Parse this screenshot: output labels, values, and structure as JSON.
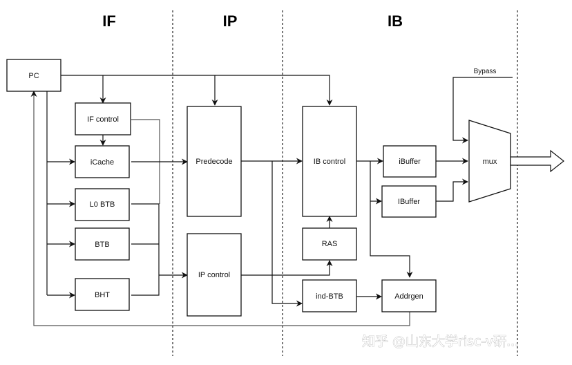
{
  "stages": [
    {
      "id": "if",
      "label": "IF"
    },
    {
      "id": "ip",
      "label": "IP"
    },
    {
      "id": "ib",
      "label": "IB"
    }
  ],
  "blocks": {
    "pc": "PC",
    "if_control": "IF control",
    "icache": "iCache",
    "l0_btb": "L0 BTB",
    "btb": "BTB",
    "bht": "BHT",
    "predecode": "Predecode",
    "ip_control": "IP control",
    "ib_control": "IB control",
    "ras": "RAS",
    "ind_btb": "ind-BTB",
    "ibuffer_1": "iBuffer",
    "ibuffer_2": "IBuffer",
    "addrgen": "Addrgen",
    "mux": "mux"
  },
  "signals": {
    "bypass": "Bypass"
  },
  "watermark": "知乎 @山东大学risc-v研..."
}
